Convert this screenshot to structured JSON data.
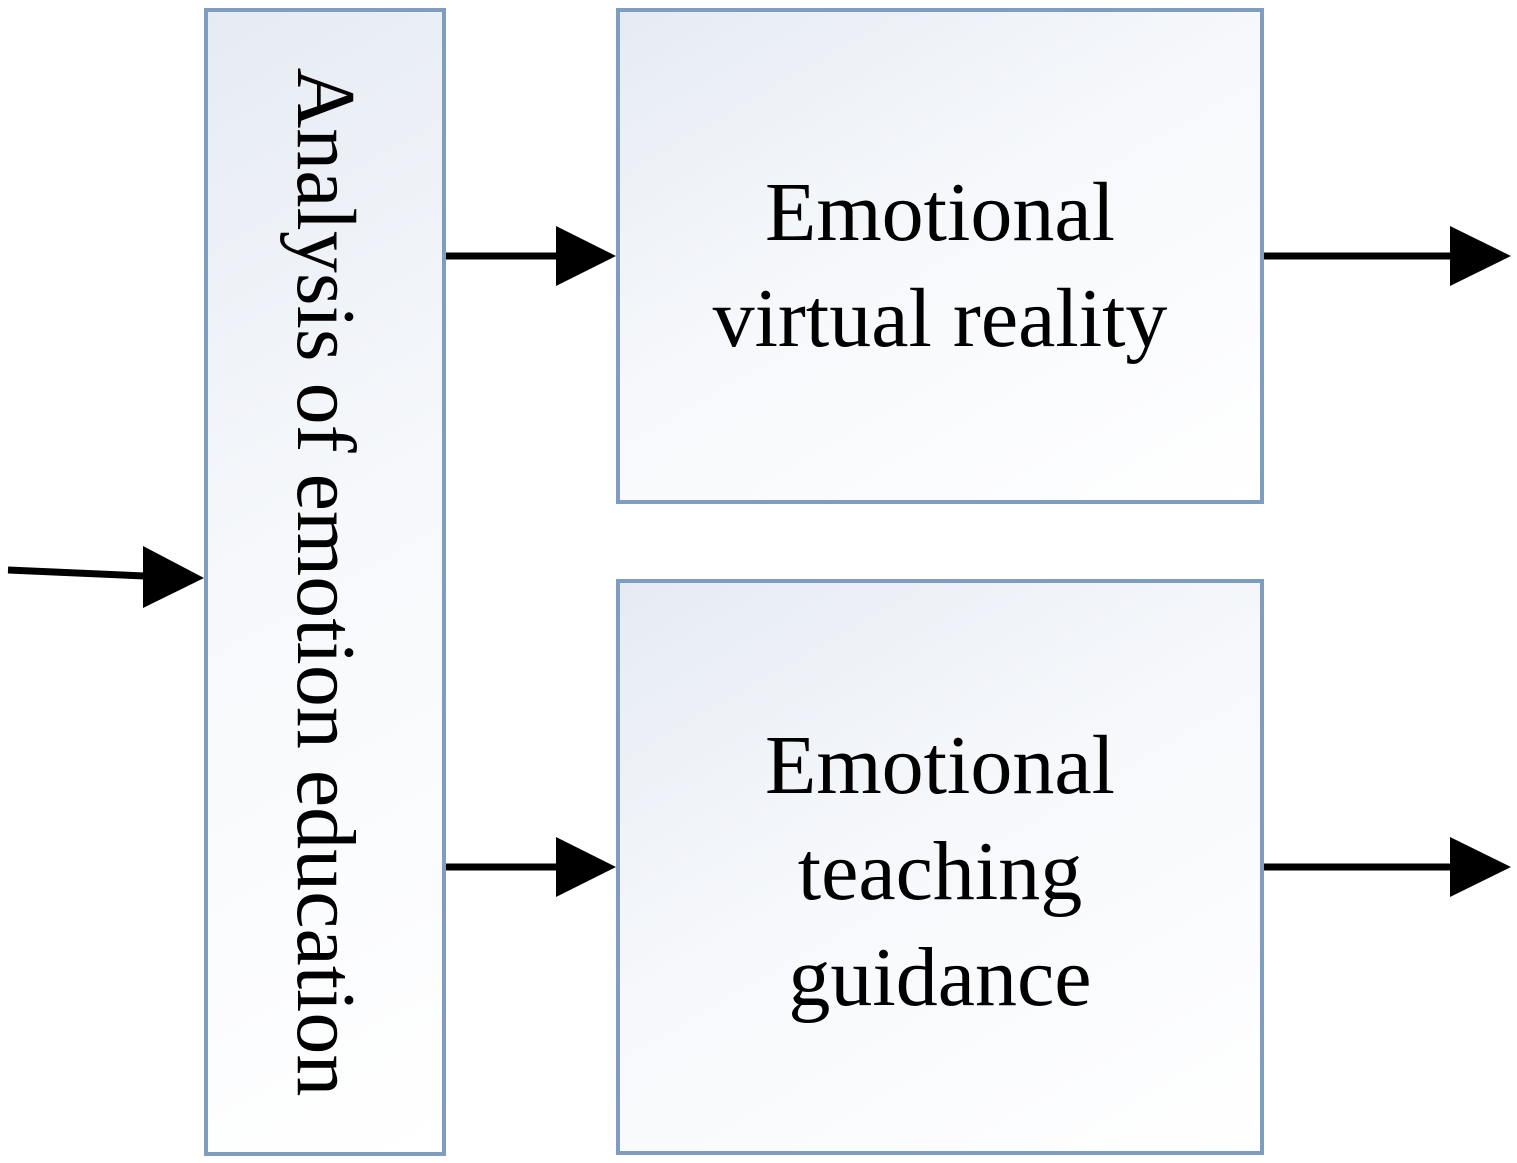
{
  "nodes": {
    "left": {
      "label": "Analysis of emotion education"
    },
    "top": {
      "lines": [
        "Emotional",
        "virtual reality"
      ]
    },
    "bottom": {
      "lines": [
        "Emotional",
        "teaching",
        "guidance"
      ]
    }
  },
  "colors": {
    "box_border": "#7f9dc0",
    "box_fill_start": "#e6ebf3",
    "box_fill_end": "#ffffff",
    "arrow": "#000000",
    "text": "#000000"
  }
}
